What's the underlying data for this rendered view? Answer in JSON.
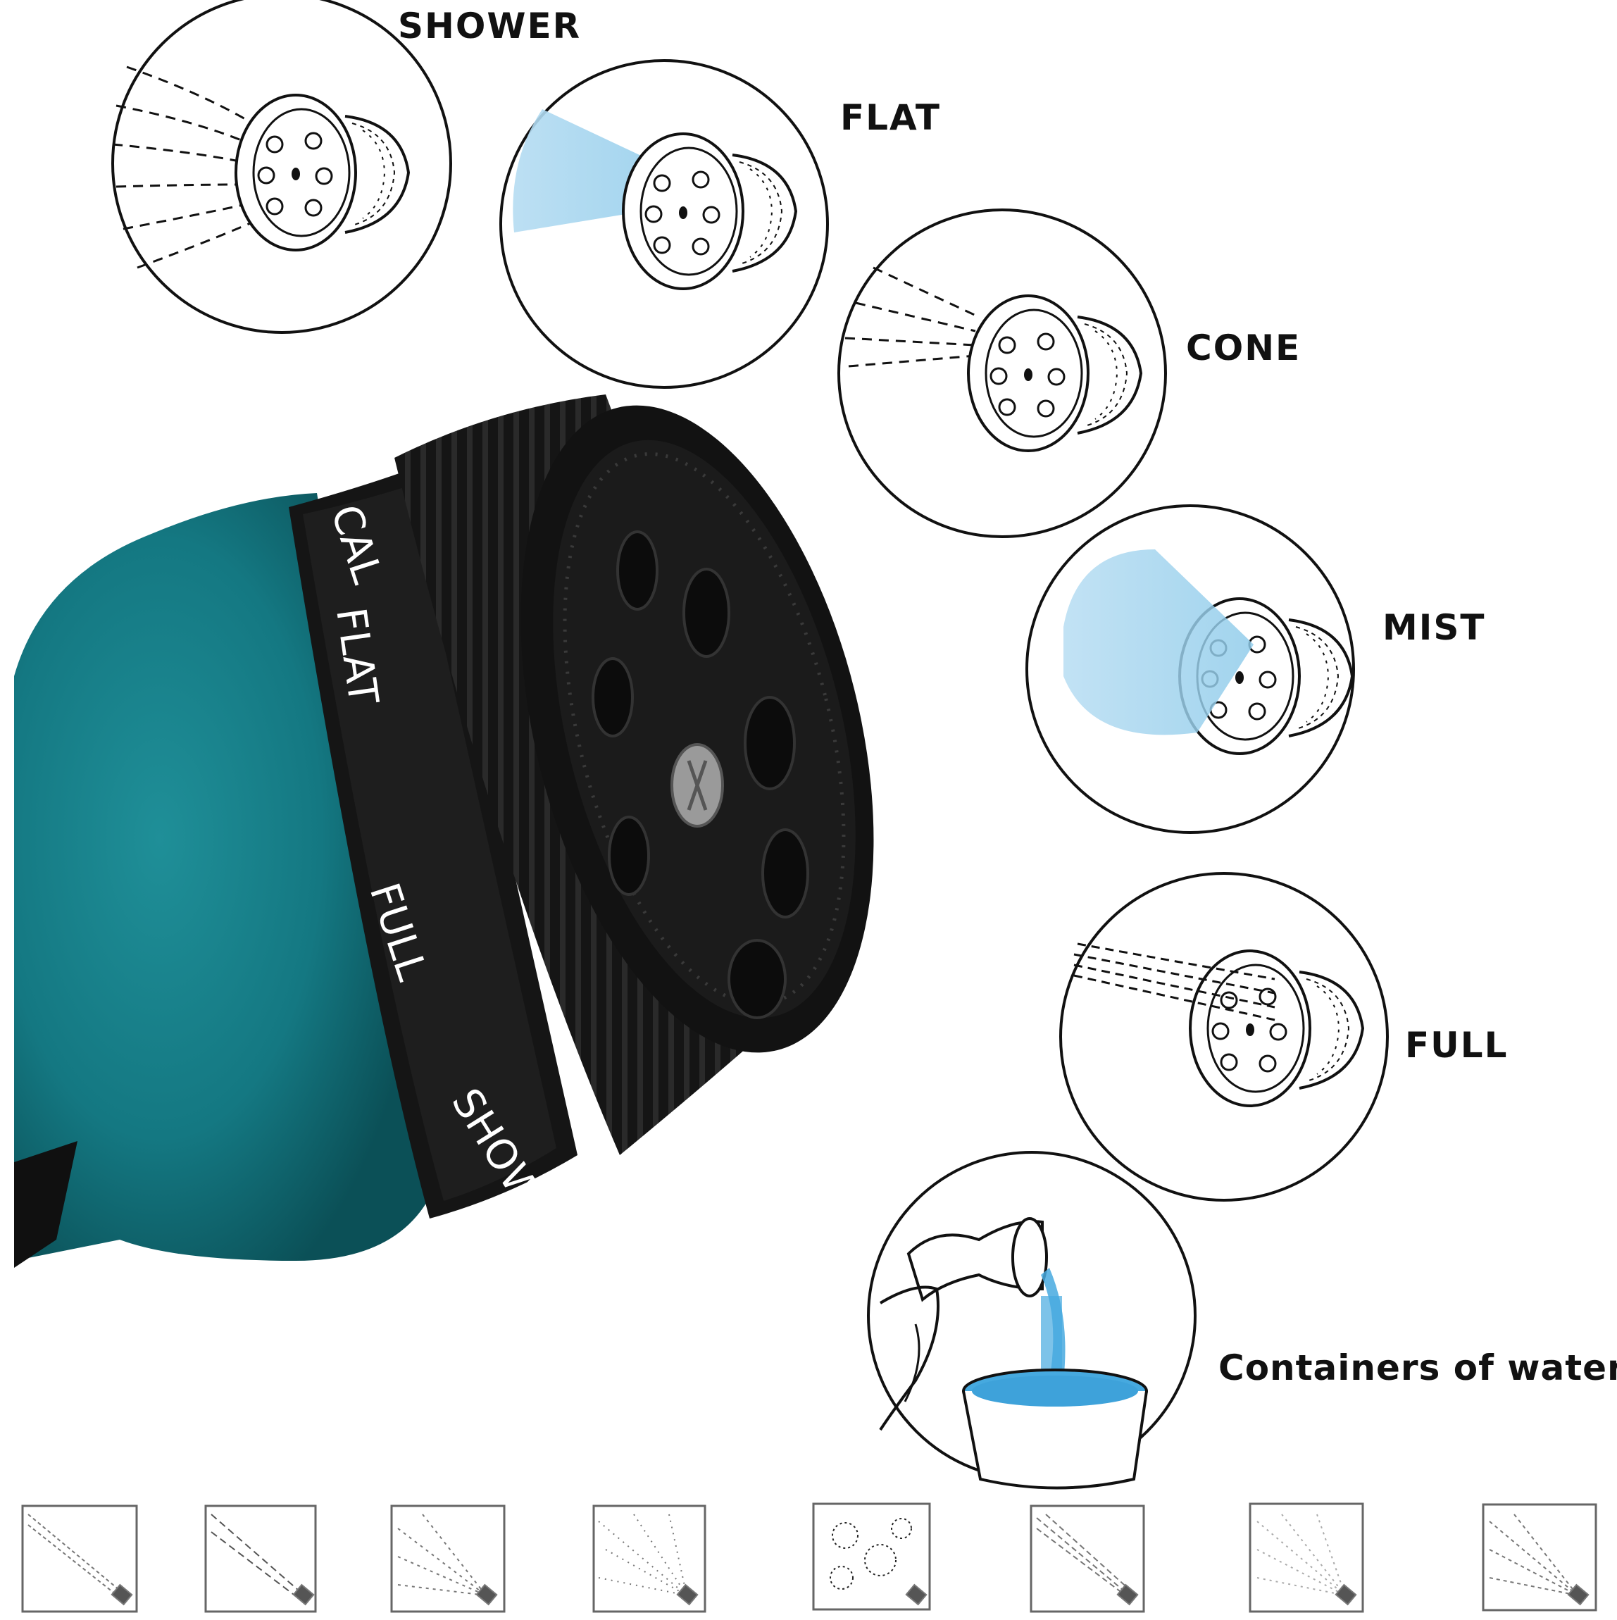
{
  "modes": [
    {
      "key": "shower",
      "label": "SHOWER"
    },
    {
      "key": "flat",
      "label": "FLAT"
    },
    {
      "key": "cone",
      "label": "CONE"
    },
    {
      "key": "mist",
      "label": "MIST"
    },
    {
      "key": "full",
      "label": "FULL"
    },
    {
      "key": "containers",
      "label": "Containers of water"
    }
  ],
  "nozzle_ring_labels": {
    "flat": "FLAT",
    "full": "FULL",
    "shower": "SHOWER",
    "cut_off": "CAL"
  },
  "bottom_pattern_icons": [
    "jet-pattern-icon",
    "angle-pattern-icon",
    "cone-pattern-icon",
    "mist-pattern-icon",
    "soaker-pattern-icon",
    "full-pattern-icon",
    "shower-pattern-icon",
    "flat-pattern-icon"
  ],
  "colors": {
    "nozzle_body": "#137a83",
    "nozzle_head": "#141414",
    "water_blue": "#9fd3ee",
    "container_water": "#46a9df"
  }
}
